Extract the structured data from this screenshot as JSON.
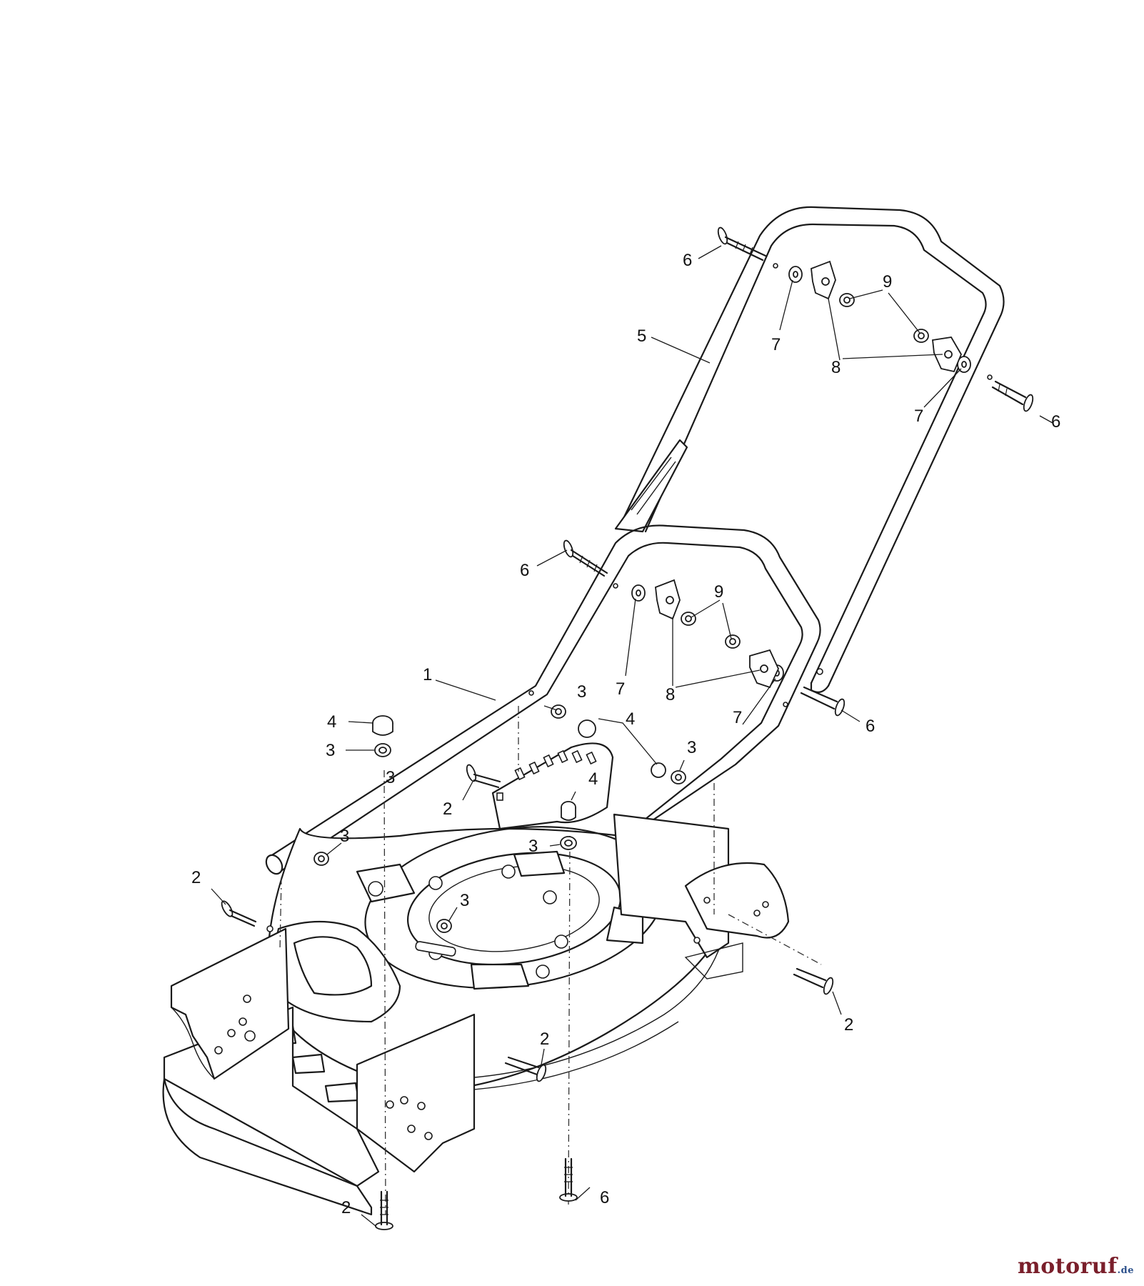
{
  "diagram": {
    "callouts": [
      "1",
      "2",
      "2",
      "2",
      "2",
      "2",
      "3",
      "3",
      "3",
      "3",
      "3",
      "3",
      "3",
      "4",
      "4",
      "4",
      "5",
      "6",
      "6",
      "6",
      "6",
      "6",
      "7",
      "7",
      "7",
      "7",
      "8",
      "8",
      "9",
      "9"
    ]
  },
  "watermark": {
    "name": "motoruf",
    "tld": ".de",
    "colors": {
      "name": "#7a1f2b",
      "tld": "#2a4f8a"
    }
  }
}
